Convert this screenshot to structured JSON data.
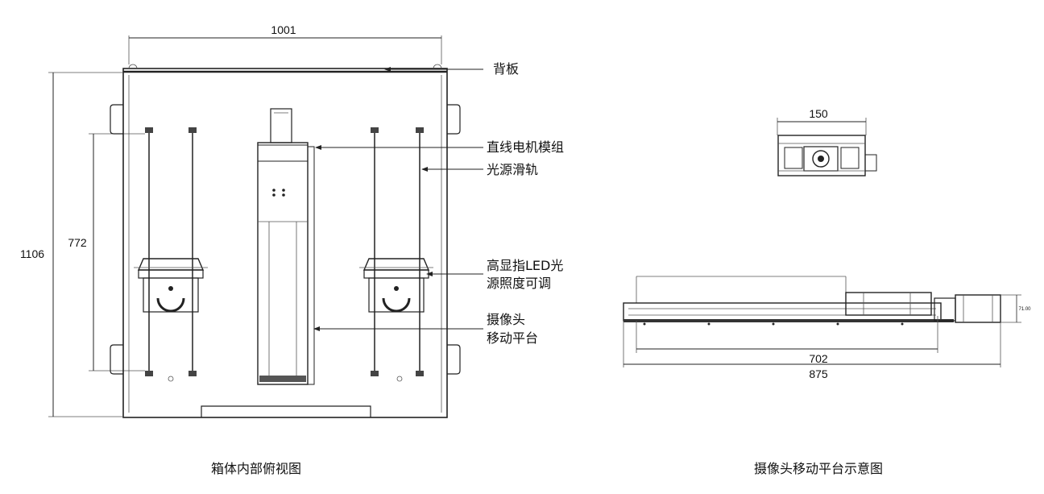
{
  "top_view": {
    "caption": "箱体内部俯视图",
    "dim_width": "1001",
    "dim_height": "1106",
    "dim_rail": "772",
    "labels": {
      "back_panel": "背板",
      "linear_module": "直线电机模组",
      "light_rail": "光源滑轨",
      "led_line1": "高显指LED光",
      "led_line2": "源照度可调",
      "cam_line1": "摄像头",
      "cam_line2": "移动平台"
    }
  },
  "platform_view": {
    "caption": "摄像头移动平台示意图",
    "dim_end_width": "150",
    "dim_stroke": "702",
    "dim_total": "875",
    "dim_side": "71.00"
  }
}
